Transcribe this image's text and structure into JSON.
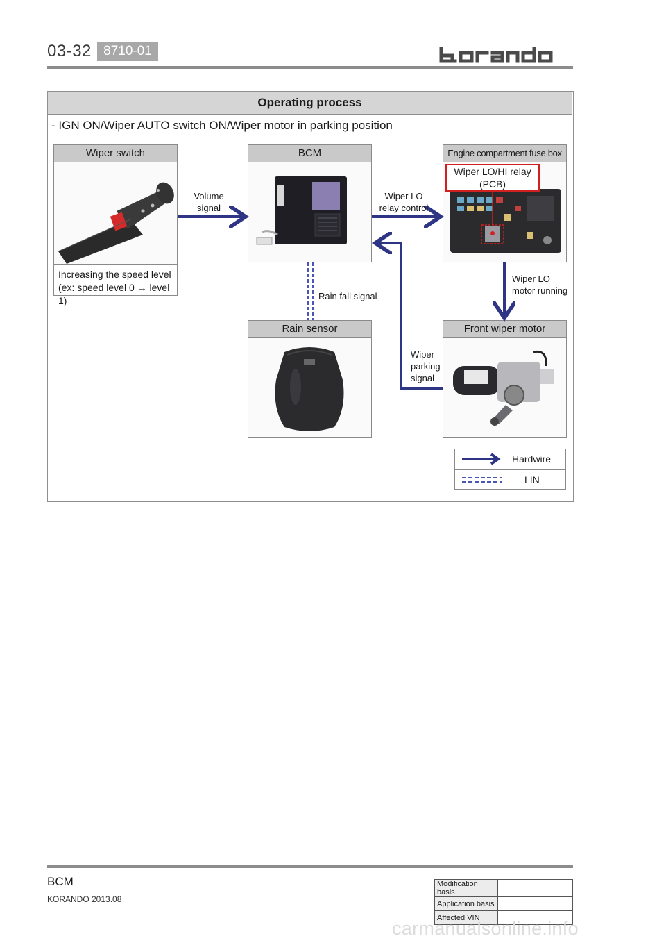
{
  "header": {
    "page_number": "03-32",
    "section_code": "8710-01",
    "brand": "korando"
  },
  "panel": {
    "title": "Operating process",
    "condition": "- IGN ON/Wiper AUTO switch ON/Wiper motor in parking position"
  },
  "components": {
    "wiper_switch": {
      "title": "Wiper switch",
      "caption_line1": "Increasing the speed level",
      "caption_line2": "(ex: speed level 0 → level 1)"
    },
    "bcm": {
      "title": "BCM"
    },
    "fuse_box": {
      "title": "Engine compartment fuse box",
      "relay_line1": "Wiper LO/HI relay",
      "relay_line2": "(PCB)"
    },
    "rain_sensor": {
      "title": "Rain sensor"
    },
    "front_wiper_motor": {
      "title": "Front wiper motor"
    }
  },
  "signals": {
    "volume_line1": "Volume",
    "volume_line2": "signal",
    "wiper_lo_line1": "Wiper LO",
    "wiper_lo_line2": "relay control",
    "rain_fall": "Rain fall signal",
    "motor_running_line1": "Wiper LO",
    "motor_running_line2": "motor running",
    "parking_line1": "Wiper",
    "parking_line2": "parking",
    "parking_line3": "signal"
  },
  "legend": {
    "hardwire": "Hardwire",
    "lin": "LIN"
  },
  "colors": {
    "arrow": "#2e3585",
    "lin_dash": "#4a56b0",
    "relay_outline": "#d02020",
    "box_header": "#c9c9c9"
  },
  "footer": {
    "section": "BCM",
    "model": "KORANDO 2013.08",
    "table": [
      {
        "label": "Modification basis",
        "value": ""
      },
      {
        "label": "Application basis",
        "value": ""
      },
      {
        "label": "Affected VIN",
        "value": ""
      }
    ],
    "watermark": "carmanualsonline.info"
  }
}
